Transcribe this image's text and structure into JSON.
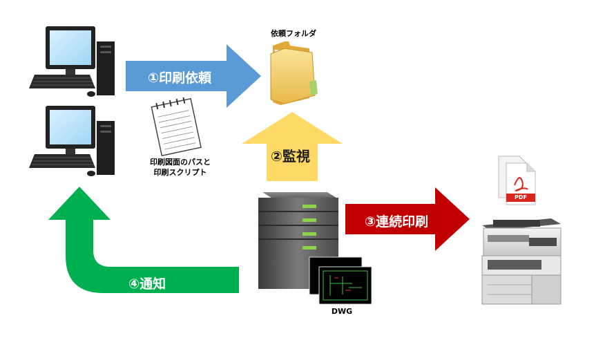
{
  "folder": {
    "label": "依頼フォルダ",
    "icon": "folder-icon"
  },
  "arrows": [
    {
      "id": "request",
      "label": "①印刷依頼",
      "color": "#5b9bd5"
    },
    {
      "id": "monitor",
      "label": "②監視",
      "color": "#ffd966"
    },
    {
      "id": "print",
      "label": "③連続印刷",
      "color": "#c00000"
    },
    {
      "id": "notify",
      "label": "④通知",
      "color": "#00b050"
    }
  ],
  "script_note": {
    "line1": "印刷図面のパスと",
    "line2": "印刷スクリプト",
    "icon": "notepad-icon"
  },
  "dwg": {
    "label": "DWG",
    "icon": "cad-drawing-icon"
  },
  "pdf": {
    "label": "PDF",
    "icon": "pdf-file-icon"
  },
  "icons": [
    "desktop-computer-icon",
    "server-icon",
    "printer-icon"
  ]
}
